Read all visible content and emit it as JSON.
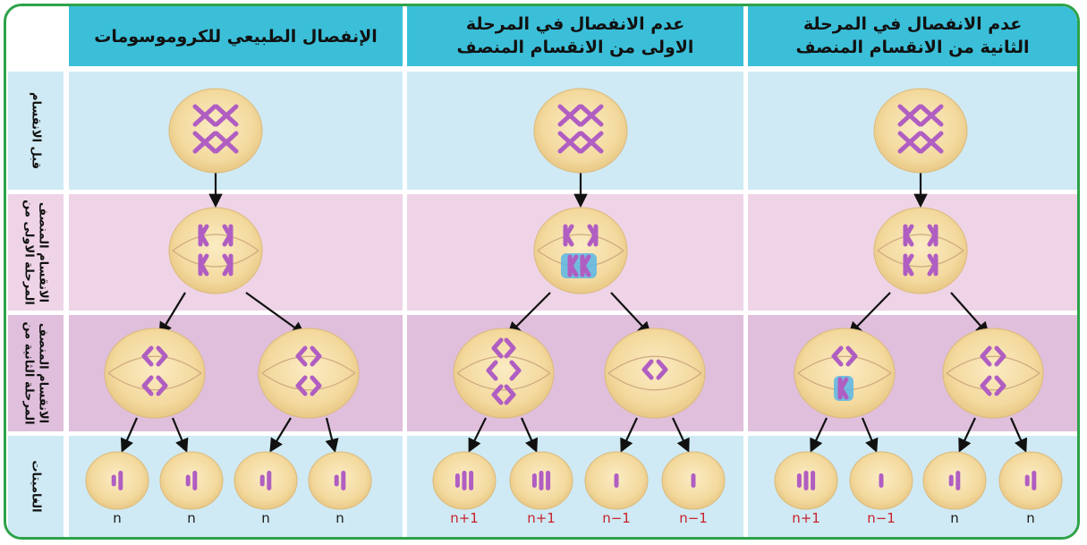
{
  "columns": [
    {
      "header_lines": [
        "الإنفصال الطبيعي للكروموسومات"
      ]
    },
    {
      "header_lines": [
        "عدم الانفصال في المرحلة",
        "الاولى من الانقسام المنصف"
      ]
    },
    {
      "header_lines": [
        "عدم الانفصال في المرحلة",
        "الثانية من الانقسام المنصف"
      ]
    }
  ],
  "rows": [
    {
      "label_lines": [
        "قبل الانقسام"
      ]
    },
    {
      "label_lines": [
        "المرحلة الاولى من",
        "الانقسام المنصف"
      ]
    },
    {
      "label_lines": [
        "المرحلة الثانية من",
        "الانقسام المنصف"
      ]
    },
    {
      "label_lines": [
        "الغاميتات"
      ]
    }
  ],
  "gamete_labels": [
    [
      "n",
      "n",
      "n",
      "n"
    ],
    [
      "n+1",
      "n+1",
      "n−1",
      "n−1"
    ],
    [
      "n+1",
      "n−1",
      "n",
      "n"
    ]
  ],
  "colors": {
    "border": "#2ea24a",
    "header_bg": "#3bbfd9",
    "row_blue": "#cfeaf4",
    "row_pink": "#eed4e6",
    "row_mauve": "#dfbfdb",
    "cell_fill": "#f6dfa5",
    "chromosome": "#b05ec2",
    "nondisjunction": "#5ab6e6",
    "arrow": "#111111",
    "label_red": "#c8232c"
  }
}
